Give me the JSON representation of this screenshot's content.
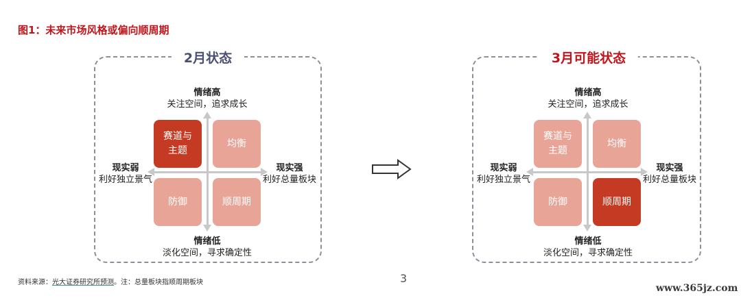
{
  "figure_title": "图1：未来市场风格或偏向顺周期",
  "left_panel": {
    "title": "2月状态",
    "top_label": "情绪高",
    "top_desc": "关注空间，追求成长",
    "bottom_label": "情绪低",
    "bottom_desc": "淡化空间，寻求确定性",
    "left_label": "现实弱",
    "left_desc": "利好独立景气",
    "right_label": "现实强",
    "right_desc": "利好总量板块",
    "quadrants": {
      "top_left": {
        "line1": "赛道与",
        "line2": "主题",
        "highlight": true
      },
      "top_right": {
        "text": "均衡",
        "highlight": false
      },
      "bottom_left": {
        "text": "防御",
        "highlight": false
      },
      "bottom_right": {
        "text": "顺周期",
        "highlight": false
      }
    }
  },
  "right_panel": {
    "title": "3月可能状态",
    "top_label": "情绪高",
    "top_desc": "关注空间，追求成长",
    "bottom_label": "情绪低",
    "bottom_desc": "淡化空间，寻求确定性",
    "left_label": "现实弱",
    "left_desc": "利好独立景气",
    "right_label": "现实强",
    "right_desc": "利好总量板块",
    "quadrants": {
      "top_left": {
        "line1": "赛道与",
        "line2": "主题",
        "highlight": false
      },
      "top_right": {
        "text": "均衡",
        "highlight": false
      },
      "bottom_left": {
        "text": "防御",
        "highlight": false
      },
      "bottom_right": {
        "text": "顺周期",
        "highlight": true
      }
    }
  },
  "source": {
    "prefix": "资料来源：",
    "org": "光大证券研究所预测",
    "note": "。注：总量板块指顺周期板块"
  },
  "page_number": "3",
  "watermark": "www.365jz.com",
  "colors": {
    "title_red": "#c0161b",
    "quad_light": "#e8a597",
    "quad_dark": "#c53a22",
    "left_title": "#4b4f72"
  }
}
